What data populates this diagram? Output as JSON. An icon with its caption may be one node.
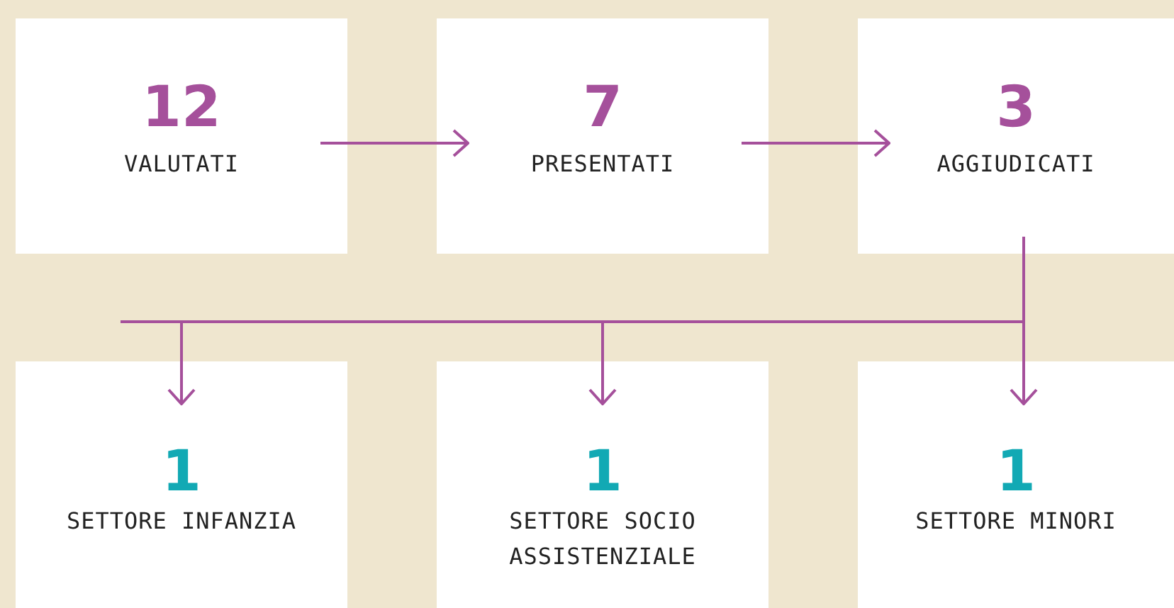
{
  "diagram": {
    "nodes": [
      {
        "text": [
          "12",
          "VALUTATI"
        ]
      },
      {
        "text": [
          "7",
          "PRESENTATI"
        ]
      },
      {
        "text": [
          "3",
          "AGGIUDICATI"
        ]
      },
      {
        "text": [
          "1",
          "SETTORE INFANZIA"
        ]
      },
      {
        "text": [
          "1",
          "SETTORE SOCIO ASSISTENZIALE"
        ]
      },
      {
        "text": [
          "1",
          "SETTORE MINORI"
        ]
      }
    ],
    "edges": [
      {
        "from": 0,
        "to": 1,
        "arrow": "to"
      },
      {
        "from": 1,
        "to": 2,
        "arrow": "to"
      },
      {
        "from": 2,
        "to": 3,
        "arrow": "to"
      },
      {
        "from": 2,
        "to": 4,
        "arrow": "to"
      },
      {
        "from": 2,
        "to": 5,
        "arrow": "to"
      }
    ]
  }
}
